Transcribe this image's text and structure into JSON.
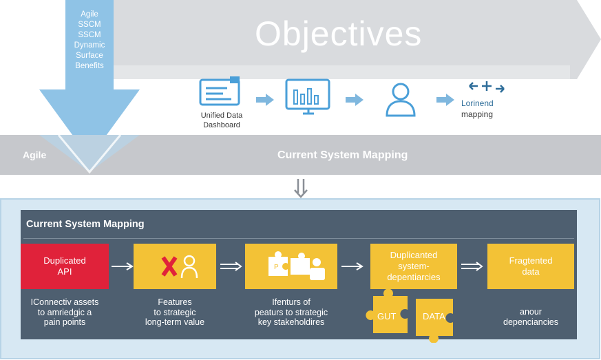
{
  "header": {
    "title": "Objectives"
  },
  "arrow_labels": [
    "Agile",
    "SSCM",
    "SSCM",
    "Dynamic",
    "Surface",
    "Benefits"
  ],
  "icons_row": [
    {
      "icon": "dashboard-icon",
      "label_lines": [
        "Unified Data",
        "Dashboard"
      ]
    },
    {
      "icon": "monitor-chart-icon",
      "label_lines": []
    },
    {
      "icon": "user-icon",
      "label_lines": []
    },
    {
      "icon": "arrows-icon",
      "label_lines": [
        "Lorinend",
        "mapping"
      ]
    }
  ],
  "band": {
    "left_label": "Agile",
    "center_label": "Current System Mapping"
  },
  "panel": {
    "title": "Current System Mapping",
    "cards": [
      {
        "text_lines": [
          "Duplicated",
          "API"
        ],
        "style": "red",
        "desc_lines": [
          "IConnectiv assets",
          "to amriedgic a",
          "pain points"
        ]
      },
      {
        "text_lines": [],
        "style": "yellow",
        "icon": "x-user-icon",
        "desc_lines": [
          "Features",
          "to strategic",
          "long-term value"
        ]
      },
      {
        "text_lines": [],
        "style": "yellow",
        "icon": "puzzle-person-icon",
        "desc_lines": [
          "Ifenturs of",
          "peaturs to strategic",
          "key stakeholdires"
        ]
      },
      {
        "text_lines": [
          "Duplicanted",
          "system-",
          "depentiarcies"
        ],
        "style": "yellow",
        "desc_lines": []
      },
      {
        "text_lines": [
          "Fragtented",
          "data"
        ],
        "style": "yellow",
        "desc_lines": [
          "anour",
          "depenciancies"
        ]
      }
    ],
    "puzzle_pieces": [
      "GUT",
      "DATA"
    ]
  },
  "colors": {
    "banner": "#d9dbde",
    "arrow_blue": "#8fc3e6",
    "icon_blue": "#4a9fd8",
    "band_grey": "#c6c8cc",
    "panel_dark": "#4e5f70",
    "red": "#e0223a",
    "yellow": "#f3c236"
  }
}
